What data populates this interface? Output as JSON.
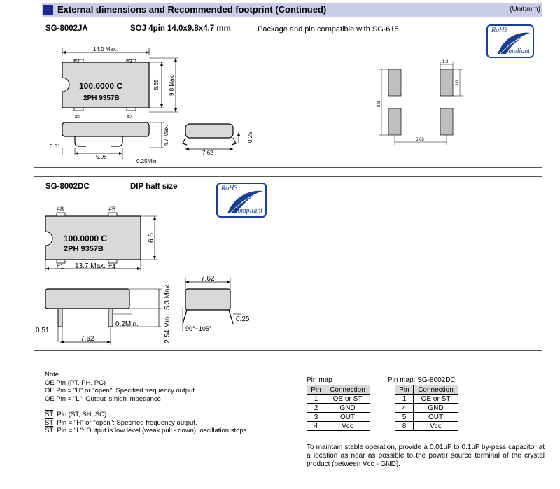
{
  "header": {
    "title": "External dimensions and Recommended footprint (Continued)",
    "unit": "(Unit:mm)"
  },
  "rohs": {
    "line1": "RoHS",
    "line2": "Compliant"
  },
  "panel_a": {
    "model": "SG-8002JA",
    "package": "SOJ 4pin 14.0x9.8x4.7 mm",
    "description": "Package and pin compatible with SG-615.",
    "chip_line1": "100.0000 C",
    "chip_line2": "2PH  9357B",
    "pin4": "#4",
    "pin3": "#3",
    "pin1": "#1",
    "pin2": "#2",
    "dim_width": "14.0 Max.",
    "dim_865": "8.65",
    "dim_98": "9.8 Max.",
    "dim_47": "4.7 Max.",
    "dim_051": "0.51",
    "dim_508": "5.08",
    "dim_025min": "0.25Min.",
    "dim_762": "7.62",
    "dim_025": "0.25",
    "fp_13": "1.3",
    "fp_30": "3.0",
    "fp_88": "8.8",
    "fp_508": "5.08"
  },
  "panel_b": {
    "model": "SG-8002DC",
    "package": "DIP half size",
    "chip_line1": "100.0000 C",
    "chip_line2": "2PH    9357B",
    "pin8": "#8",
    "pin5": "#5",
    "pin1": "#1",
    "pin4": "#4",
    "dim_137": "13.7 Max.",
    "dim_66": "6.6",
    "dim_53": "5.3 Max.",
    "dim_254": "2.54 Min.",
    "dim_02": "0.2Min.",
    "dim_051": "0.51",
    "dim_762a": "7.62",
    "dim_762b": "7.62",
    "dim_025": "0.25",
    "dim_angle": "90°~105°"
  },
  "notes": {
    "heading": "Note.",
    "oe1": "OE Pin (PT, PH, PC)",
    "oe2": "OE Pin = \"H\" or \"open\": Specified frequency output.",
    "oe3": "OE Pin = \"L\": Output is high impedance.",
    "st_sym": "ST",
    "st1": "Pin (ST, SH, SC)",
    "st2": "Pin = \"H\" or \"open\": Specified frequency output.",
    "st3": "Pin = \"L\": Output is low level (weak pull - down), oscillation stops."
  },
  "pinmap1": {
    "title": "Pin map",
    "headers": [
      "Pin",
      "Connection"
    ],
    "rows": [
      [
        "1",
        "OE or ",
        "ST"
      ],
      [
        "2",
        "GND",
        ""
      ],
      [
        "3",
        "OUT",
        ""
      ],
      [
        "4",
        "Vcc",
        ""
      ]
    ]
  },
  "pinmap2": {
    "title": "Pin map: SG-8002DC",
    "headers": [
      "Pin",
      "Connection"
    ],
    "rows": [
      [
        "1",
        "OE or ",
        "ST"
      ],
      [
        "4",
        "GND",
        ""
      ],
      [
        "5",
        "OUT",
        ""
      ],
      [
        "8",
        "Vcc",
        ""
      ]
    ]
  },
  "stable_text": "To maintain stable operation, provide a 0.01uF to 0.1uF by-pass capacitor at a location as near as possible to the power source terminal of the crystal product (between Vcc - GND).",
  "colors": {
    "header_bg": "#c9cde8",
    "header_square": "#1c2a8c",
    "rohs": "#1c3f8c",
    "pad_fill": "#bfbfbf",
    "body_fill": "#d9d9d9"
  }
}
